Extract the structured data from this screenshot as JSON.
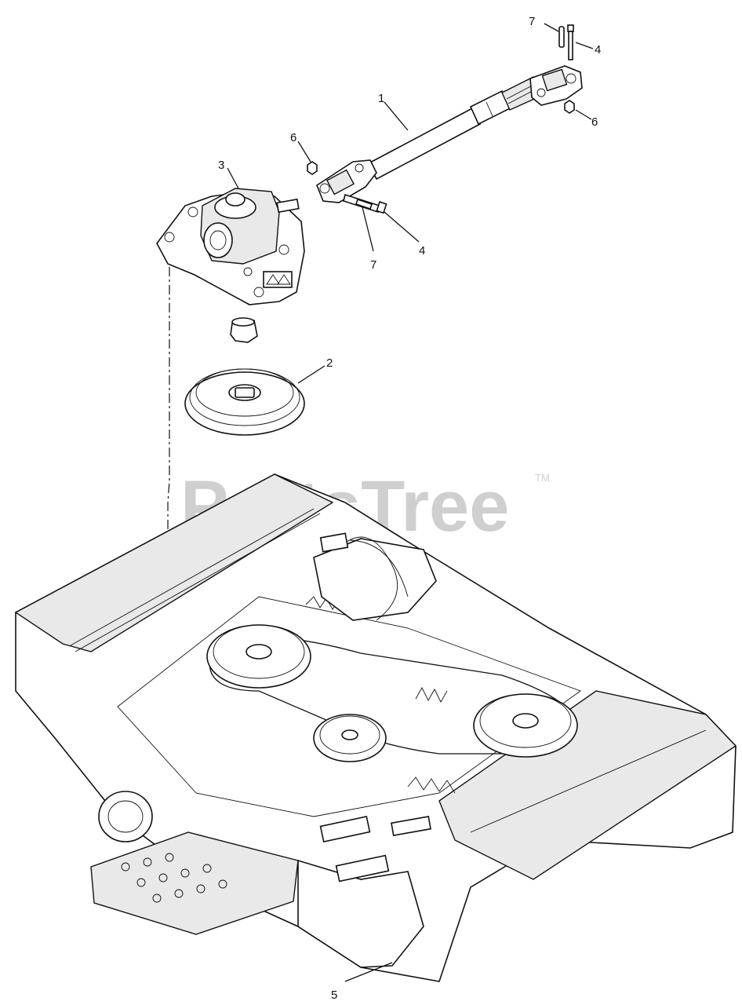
{
  "watermark": {
    "text": "PartsTree",
    "trademark": "TM"
  },
  "callouts": {
    "c1": "1",
    "c2": "2",
    "c3": "3",
    "c4a": "4",
    "c4b": "4",
    "c5": "5",
    "c6a": "6",
    "c6b": "6",
    "c7a": "7",
    "c7b": "7"
  },
  "colors": {
    "line": "#111111",
    "watermark": "#cfcfcf",
    "background": "#ffffff"
  }
}
